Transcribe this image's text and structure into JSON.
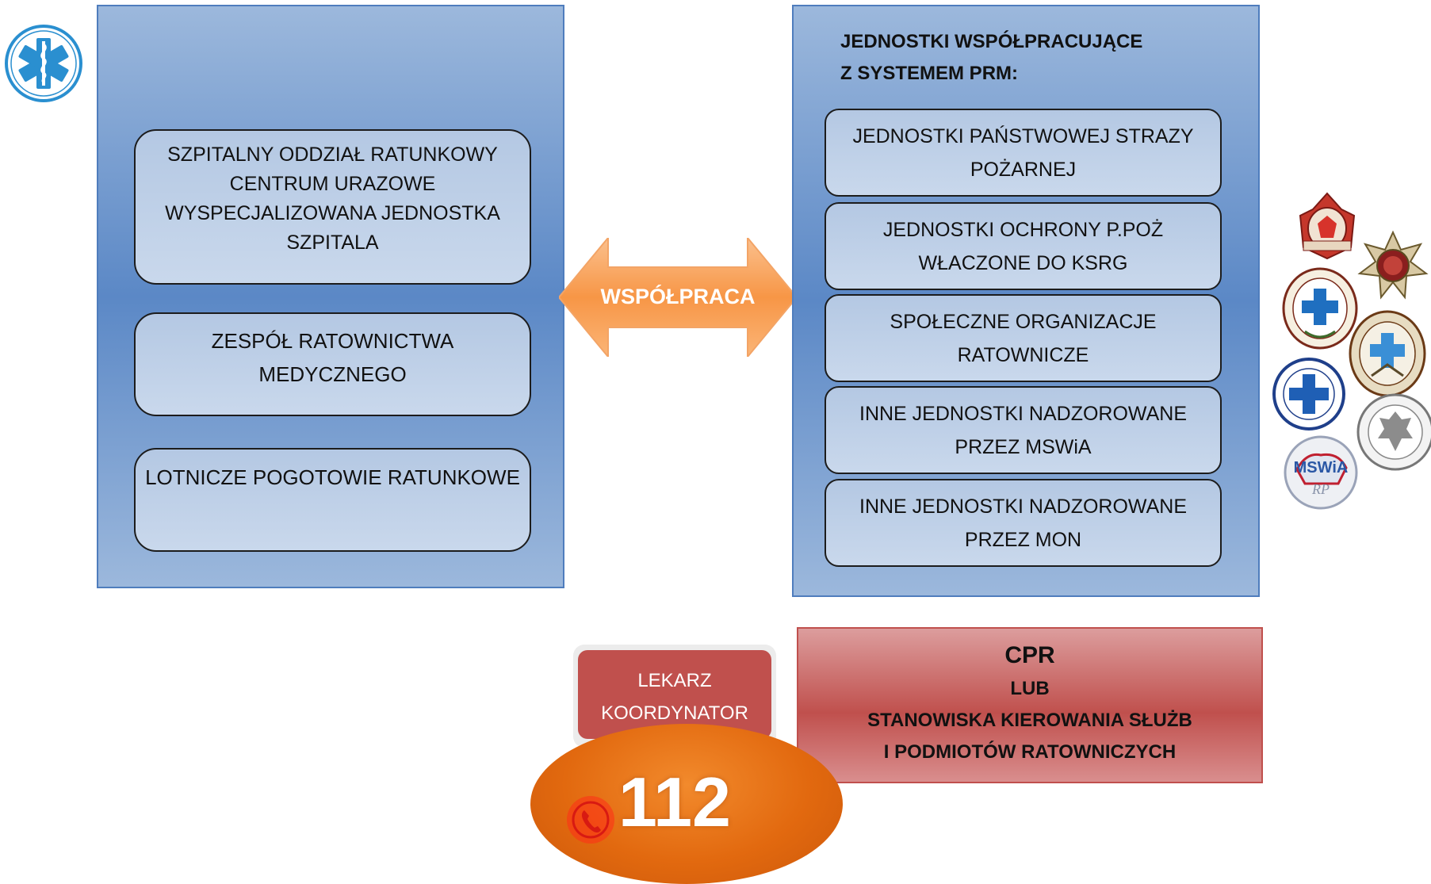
{
  "left_panel": {
    "boxes": [
      {
        "lines": [
          "SZPITALNY ODDZIAŁ RATUNKOWY",
          "CENTRUM URAZOWE",
          "WYSPECJALIZOWANA JEDNOSTKA",
          "SZPITALA"
        ]
      },
      {
        "lines": [
          "ZESPÓŁ RATOWNICTWA",
          "MEDYCZNEGO"
        ]
      },
      {
        "lines": [
          "LOTNICZE POGOTOWIE RATUNKOWE"
        ]
      }
    ]
  },
  "arrow": {
    "label": "WSPÓŁPRACA"
  },
  "right_panel": {
    "heading": [
      "JEDNOSTKI WSPÓŁPRACUJĄCE",
      "Z SYSTEMEM PRM:"
    ],
    "boxes": [
      {
        "lines": [
          "JEDNOSTKI PAŃSTWOWEJ STRAZY",
          "POŻARNEJ"
        ]
      },
      {
        "lines": [
          "JEDNOSTKI OCHRONY P.POŻ",
          "WŁACZONE DO KSRG"
        ]
      },
      {
        "lines": [
          "SPOŁECZNE ORGANIZACJE",
          "RATOWNICZE"
        ]
      },
      {
        "lines": [
          "INNE JEDNOSTKI NADZOROWANE",
          "PRZEZ MSWiA"
        ]
      },
      {
        "lines": [
          "INNE JEDNOSTKI NADZOROWANE",
          "PRZEZ MON"
        ]
      }
    ]
  },
  "cpr": {
    "title": "CPR",
    "line1": "LUB",
    "line2": "STANOWISKA KIEROWANIA SŁUŻB",
    "line3": "I PODMIOTÓW RATOWNICZYCH"
  },
  "lekarz": [
    "LEKARZ",
    "KOORDYNATOR"
  ],
  "emergency": {
    "number": "112"
  },
  "logos": {
    "mswia_text": "MSWiA",
    "mswia_sub": "RP"
  },
  "icons": {
    "top_left": "star-of-life-icon",
    "phone": "phone-icon"
  },
  "colors": {
    "panel_blue": "#5b88c6",
    "box_blue": "#c9d8ec",
    "arrow_orange": "#f79646",
    "cpr_red": "#c0504d",
    "oval_orange": "#e2690f"
  }
}
